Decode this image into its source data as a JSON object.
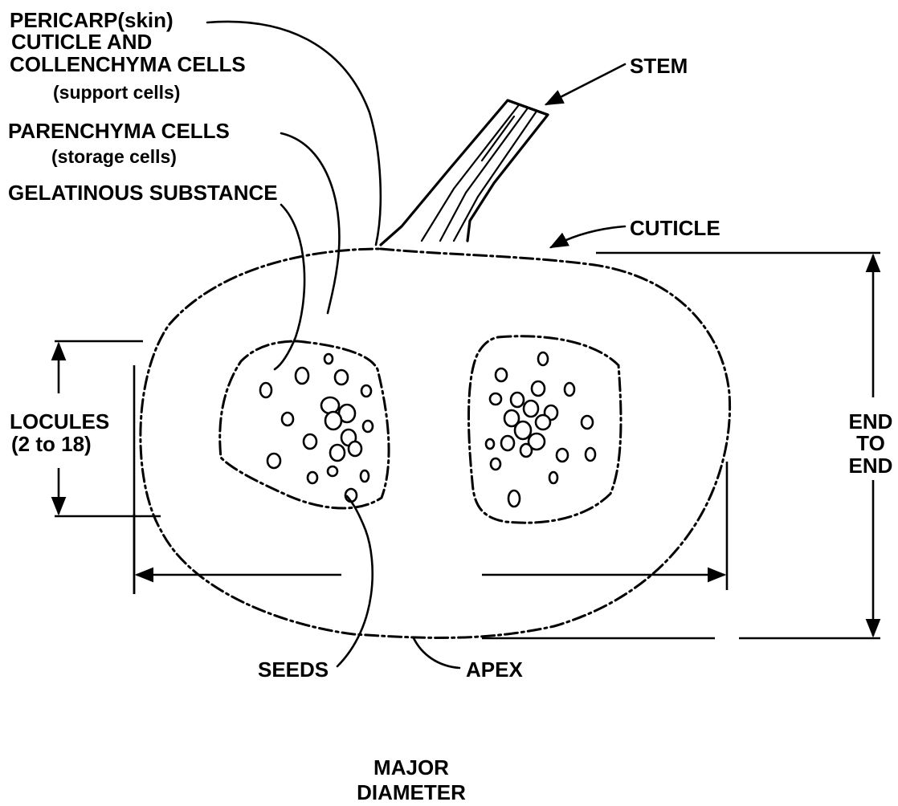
{
  "labels": {
    "pericarp": "PERICARP(skin)",
    "cuticle_and": "CUTICLE AND",
    "collenchyma": "COLLENCHYMA CELLS",
    "support_cells": "(support cells)",
    "parenchyma": "PARENCHYMA CELLS",
    "storage_cells": "(storage cells)",
    "gelatinous": "GELATINOUS SUBSTANCE",
    "stem": "STEM",
    "cuticle": "CUTICLE",
    "locules": "LOCULES",
    "locules_count": "(2 to 18)",
    "end_1": "END",
    "end_to": "TO",
    "end_2": "END",
    "seeds": "SEEDS",
    "apex": "APEX",
    "major": "MAJOR",
    "diameter": "DIAMETER"
  }
}
